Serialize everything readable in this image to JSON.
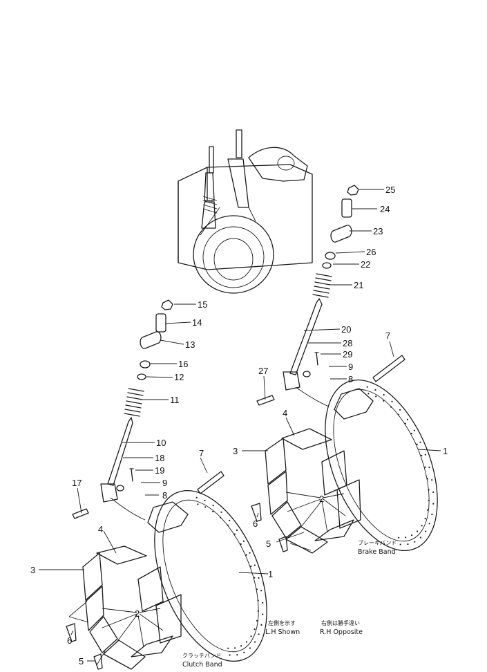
{
  "diagram": {
    "callouts_clutch": [
      "1",
      "2",
      "3",
      "4",
      "5",
      "6",
      "7",
      "8",
      "9",
      "10",
      "11",
      "12",
      "13",
      "14",
      "15",
      "16",
      "17",
      "18",
      "19"
    ],
    "callouts_brake": [
      "1",
      "2",
      "3",
      "4",
      "5",
      "6",
      "7",
      "8",
      "9",
      "20",
      "21",
      "22",
      "23",
      "24",
      "25",
      "26",
      "27",
      "28",
      "29"
    ],
    "clutch_band": {
      "jp": "クラッチバンド",
      "en": "Clutch Band"
    },
    "brake_band": {
      "jp": "ブレーキバンド",
      "en": "Brake Band"
    },
    "lh_shown": {
      "jp": "左側を示す",
      "en": "L.H Shown"
    },
    "rh_opposite": {
      "jp": "右側は勝手違い",
      "en": "R.H Opposite"
    }
  }
}
